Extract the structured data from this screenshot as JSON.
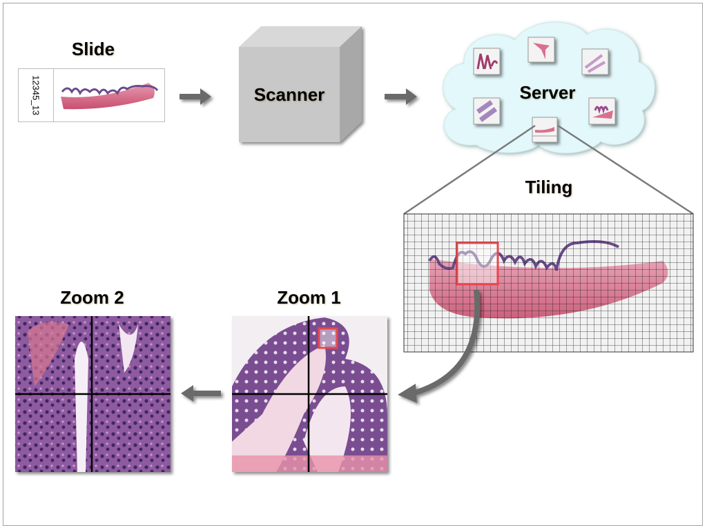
{
  "title": "Digital slide workflow",
  "stages": {
    "slide": {
      "label": "Slide",
      "slide_id": "12345_13"
    },
    "scanner": {
      "label": "Scanner"
    },
    "server": {
      "label": "Server",
      "thumbnail_count": 6
    },
    "tiling": {
      "label": "Tiling",
      "grid_columns": 42,
      "grid_rows": 22
    },
    "zoom1": {
      "label": "Zoom 1"
    },
    "zoom2": {
      "label": "Zoom 2"
    }
  },
  "colors": {
    "arrow": "#6b6b6b",
    "cube_front": "#c8c8c8",
    "cube_top": "#d8d8d8",
    "cube_side": "#a8a8a8",
    "cloud": "#e2f8fa",
    "tissue_pink": "#d9708f",
    "tissue_purple": "#6a4a8a",
    "highlight": "#e8474a"
  }
}
